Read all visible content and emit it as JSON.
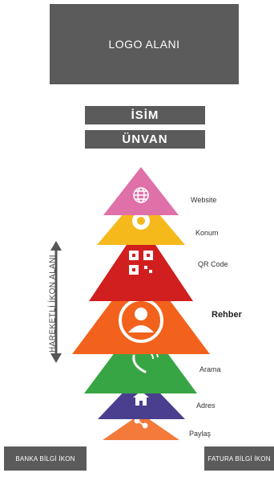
{
  "logo": {
    "text": "LOGO ALANI"
  },
  "profile": {
    "name": "İSİM",
    "title": "ÜNVAN"
  },
  "side_label": "HAREKETLİ İKON ALANI",
  "items": [
    {
      "label": "Website",
      "color": "#e070a8",
      "icon": "globe-icon"
    },
    {
      "label": "Konum",
      "color": "#f6b91c",
      "icon": "location-icon"
    },
    {
      "label": "QR Code",
      "color": "#d11f1f",
      "icon": "qr-code-icon"
    },
    {
      "label": "Rehber",
      "color": "#f2621c",
      "icon": "contact-icon"
    },
    {
      "label": "Arama",
      "color": "#38a544",
      "icon": "phone-icon"
    },
    {
      "label": "Adres",
      "color": "#4a3f8f",
      "icon": "home-icon"
    },
    {
      "label": "Paylaş",
      "color": "#f37a3a",
      "icon": "share-icon"
    }
  ],
  "footer": {
    "left": "BANKA BİLGİ İKON",
    "right": "FATURA BİLGİ İKON"
  }
}
